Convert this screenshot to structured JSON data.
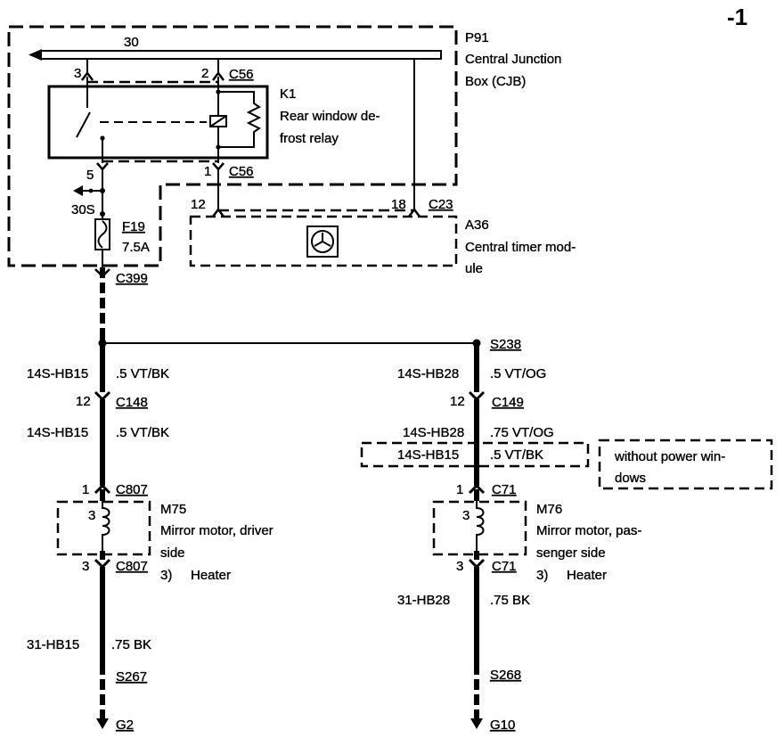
{
  "colors": {
    "ink": "#000000",
    "paper": "#ffffff"
  },
  "sheet": {
    "number": "-1"
  },
  "cjb": {
    "id": "P91",
    "name": [
      "Central Junction",
      "Box (CJB)"
    ],
    "bus_label": "30"
  },
  "relay": {
    "id": "K1",
    "name": [
      "Rear window de-",
      "frost relay"
    ],
    "connector_top": {
      "id": "C56",
      "pin_left": "3",
      "pin_right": "2"
    },
    "connector_bottom": {
      "id": "C56",
      "pin_left": "5",
      "pin_right": "1"
    }
  },
  "fuse": {
    "id": "F19",
    "rating": "7.5A",
    "terminal": "30S"
  },
  "timer_module": {
    "id": "A36",
    "name": [
      "Central timer mod-",
      "ule"
    ],
    "icon": "timer-icon",
    "connector": {
      "id": "C23",
      "pin_left": "12",
      "pin_right": "18"
    }
  },
  "inline_connector": "C399",
  "shared_splice": "S238",
  "driver_side": {
    "wire_1": {
      "code": "14S-HB15",
      "spec": ".5 VT/BK"
    },
    "connector_mid": {
      "id": "C148",
      "pin": "12"
    },
    "wire_2": {
      "code": "14S-HB15",
      "spec": ".5 VT/BK"
    },
    "motor": {
      "id": "M75",
      "name": [
        "Mirror motor, driver",
        "side"
      ],
      "internal_pin": "3",
      "connector_in": {
        "id": "C807",
        "pin": "1"
      },
      "connector_out": {
        "id": "C807",
        "pin": "3"
      },
      "footnote_ref": "3)",
      "footnote": "Heater"
    },
    "ground_wire": {
      "code": "31-HB15",
      "spec": ".75 BK"
    },
    "splice": "S267",
    "ground": "G2"
  },
  "passenger_side": {
    "wire_1": {
      "code": "14S-HB28",
      "spec": ".5 VT/OG"
    },
    "connector_mid": {
      "id": "C149",
      "pin": "12"
    },
    "wire_2": {
      "code": "14S-HB28",
      "spec": ".75 VT/OG"
    },
    "wire_2_alt": {
      "code": "14S-HB15",
      "spec": ".5 VT/BK"
    },
    "motor": {
      "id": "M76",
      "name": [
        "Mirror motor, pas-",
        "senger side"
      ],
      "internal_pin": "3",
      "connector_in": {
        "id": "C71",
        "pin": "1"
      },
      "connector_out": {
        "id": "C71",
        "pin": "3"
      },
      "footnote_ref": "3)",
      "footnote": "Heater"
    },
    "ground_wire": {
      "code": "31-HB28",
      "spec": ".75 BK"
    },
    "splice": "S268",
    "ground": "G10"
  },
  "variant_note": [
    "without power win-",
    "dows"
  ]
}
